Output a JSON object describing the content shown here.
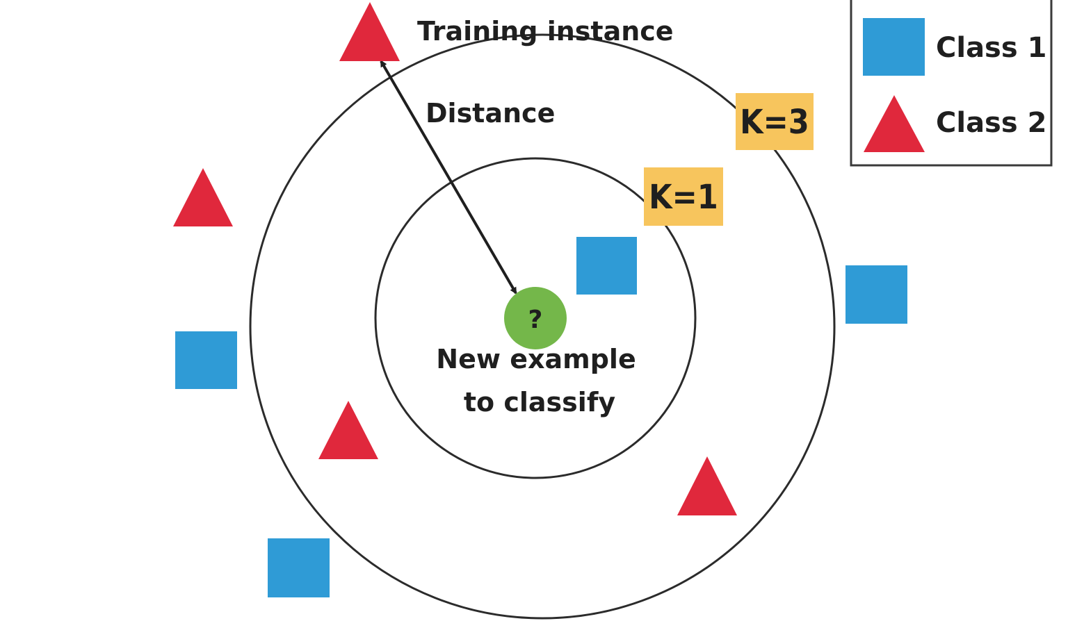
{
  "labels": {
    "training_instance": "Training instance",
    "distance": "Distance",
    "new_example_line1": "New example",
    "new_example_line2": "to classify",
    "query_symbol": "?",
    "k1": "K=1",
    "k3": "K=3"
  },
  "legend": {
    "items": [
      {
        "shape": "square",
        "label": "Class 1"
      },
      {
        "shape": "triangle",
        "label": "Class 2"
      }
    ]
  },
  "colors": {
    "class1": "#2f9bd6",
    "class2": "#e0283c",
    "query": "#74b74a",
    "k_badge": "#f7c55d",
    "line": "#1f1f1f"
  }
}
